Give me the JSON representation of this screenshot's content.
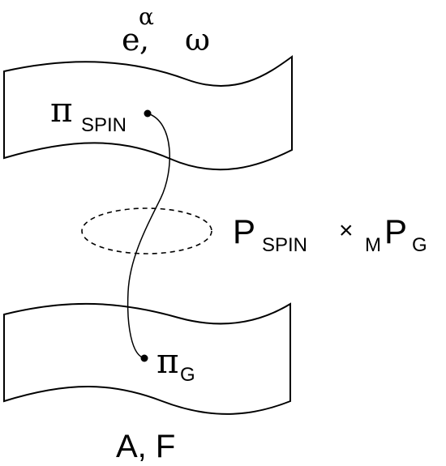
{
  "top_sheet": {
    "label_e": "e",
    "label_alpha": "α",
    "label_comma": ",",
    "label_omega": "ω"
  },
  "top_point": {
    "symbol": "π",
    "subscript": "SPIN"
  },
  "bottom_point": {
    "symbol": "π",
    "subscript": "G"
  },
  "bundle_label": {
    "p1": "P",
    "p1_sub": "SPIN",
    "times": "×",
    "m_sub": "M",
    "p2": "P",
    "p2_sub": "G"
  },
  "bottom_sheet": {
    "label": "A, F"
  }
}
